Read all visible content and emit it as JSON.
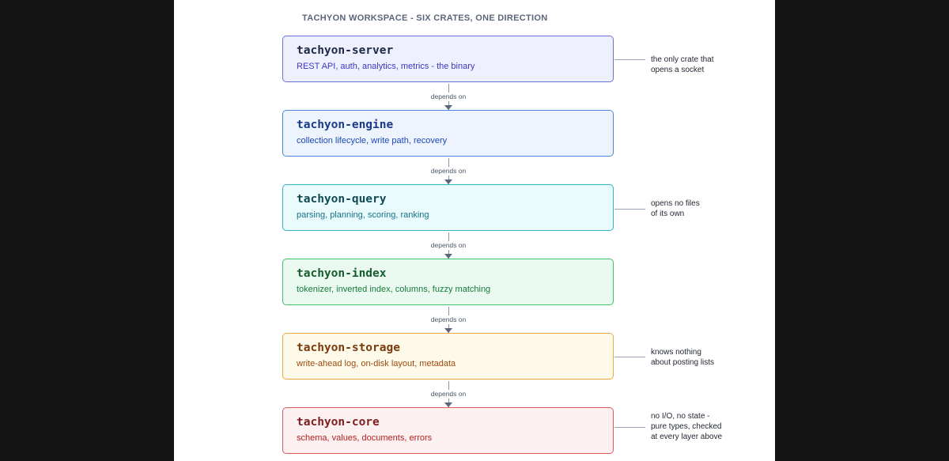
{
  "title": "TACHYON WORKSPACE - SIX CRATES, ONE DIRECTION",
  "edge_label": "depends on",
  "crates": [
    {
      "name": "tachyon-server",
      "description": "REST API, auth, analytics, metrics - the binary",
      "border": "#6b6fd8",
      "fill": "#eef0fd",
      "title_color": "#1e2747",
      "desc_color": "#3f36c4"
    },
    {
      "name": "tachyon-engine",
      "description": "collection lifecycle, write path, recovery",
      "border": "#4b85e0",
      "fill": "#eef4fd",
      "title_color": "#1b3a8a",
      "desc_color": "#1d47b8"
    },
    {
      "name": "tachyon-query",
      "description": "parsing, planning, scoring, ranking",
      "border": "#2db4c8",
      "fill": "#e9fbfd",
      "title_color": "#124b57",
      "desc_color": "#127386"
    },
    {
      "name": "tachyon-index",
      "description": "tokenizer, inverted index, columns, fuzzy matching",
      "border": "#3fbf6a",
      "fill": "#ebfaf0",
      "title_color": "#155c2e",
      "desc_color": "#167a3a"
    },
    {
      "name": "tachyon-storage",
      "description": "write-ahead log, on-disk layout, metadata",
      "border": "#f0a742",
      "fill": "#fefaea",
      "title_color": "#7a3a0c",
      "desc_color": "#a04a0e"
    },
    {
      "name": "tachyon-core",
      "description": "schema, values, documents, errors",
      "border": "#e0585a",
      "fill": "#fdf0f0",
      "title_color": "#7c1e20",
      "desc_color": "#b42222"
    }
  ],
  "notes": [
    {
      "crate": "tachyon-server",
      "text": "the only crate that\nopens a socket"
    },
    {
      "crate": "tachyon-query",
      "text": "opens no files\nof its own"
    },
    {
      "crate": "tachyon-storage",
      "text": "knows nothing\nabout posting lists"
    },
    {
      "crate": "tachyon-core",
      "text": "no I/O, no state -\npure types, checked\nat every layer above"
    }
  ]
}
